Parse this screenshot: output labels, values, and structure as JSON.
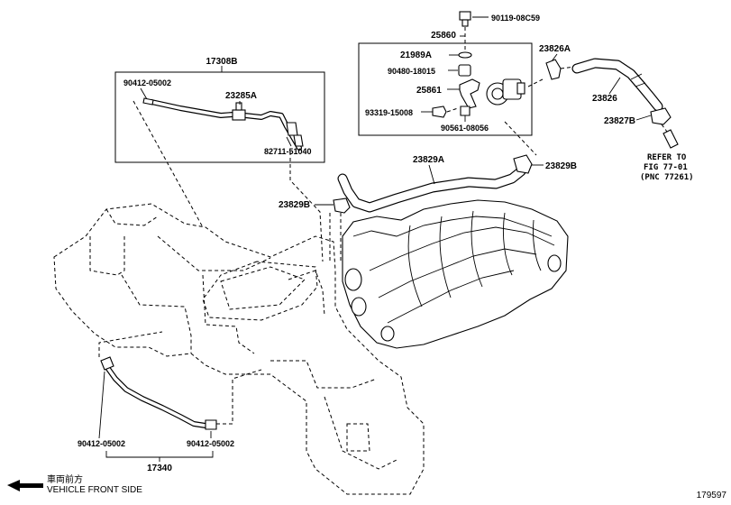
{
  "labels": {
    "p17308b": "17308B",
    "p90412_top": "90412-05002",
    "p23285a": "23285A",
    "p82711": "82711-51040",
    "p90119": "90119-08C59",
    "p25860": "25860",
    "p21989a": "21989A",
    "p90480": "90480-18015",
    "p25861": "25861",
    "p93319": "93319-15008",
    "p90561": "90561-08056",
    "p23826a": "23826A",
    "p23826": "23826",
    "p23827b": "23827B",
    "p23829a": "23829A",
    "p23829b_right": "23829B",
    "p23829b_left": "23829B",
    "p90412_bl": "90412-05002",
    "p90412_br": "90412-05002",
    "p17340": "17340"
  },
  "refer": {
    "line1": "REFER TO",
    "line2": "FIG 77-01",
    "line3": "(PNC 77261)"
  },
  "footer": {
    "jp_text": "車両前方",
    "en_text": "VEHICLE FRONT SIDE",
    "code": "179597"
  },
  "icons": {
    "front_arrow": "arrow-left-icon"
  }
}
